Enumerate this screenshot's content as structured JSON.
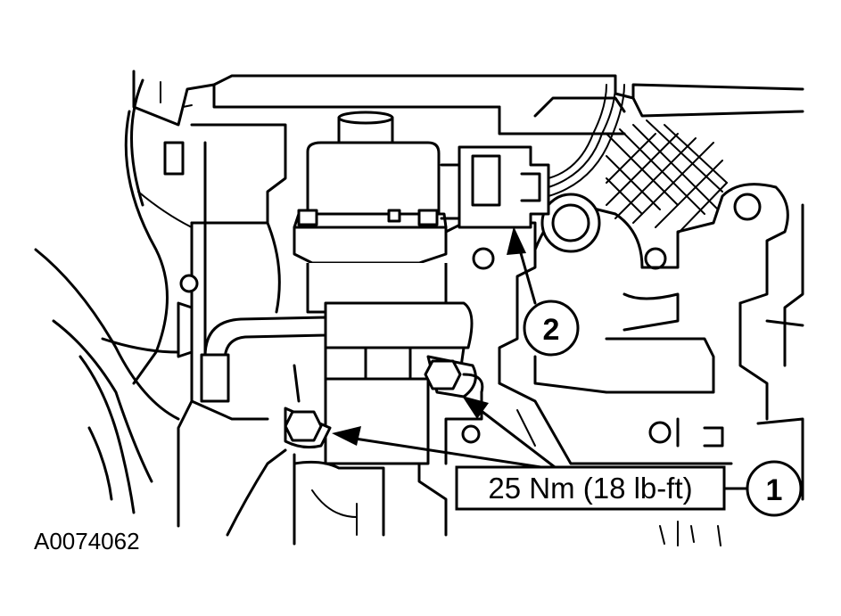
{
  "figure_id": "A0074062",
  "callouts": [
    {
      "number": "1"
    },
    {
      "number": "2"
    }
  ],
  "torque_spec": "25 Nm (18 lb-ft)"
}
